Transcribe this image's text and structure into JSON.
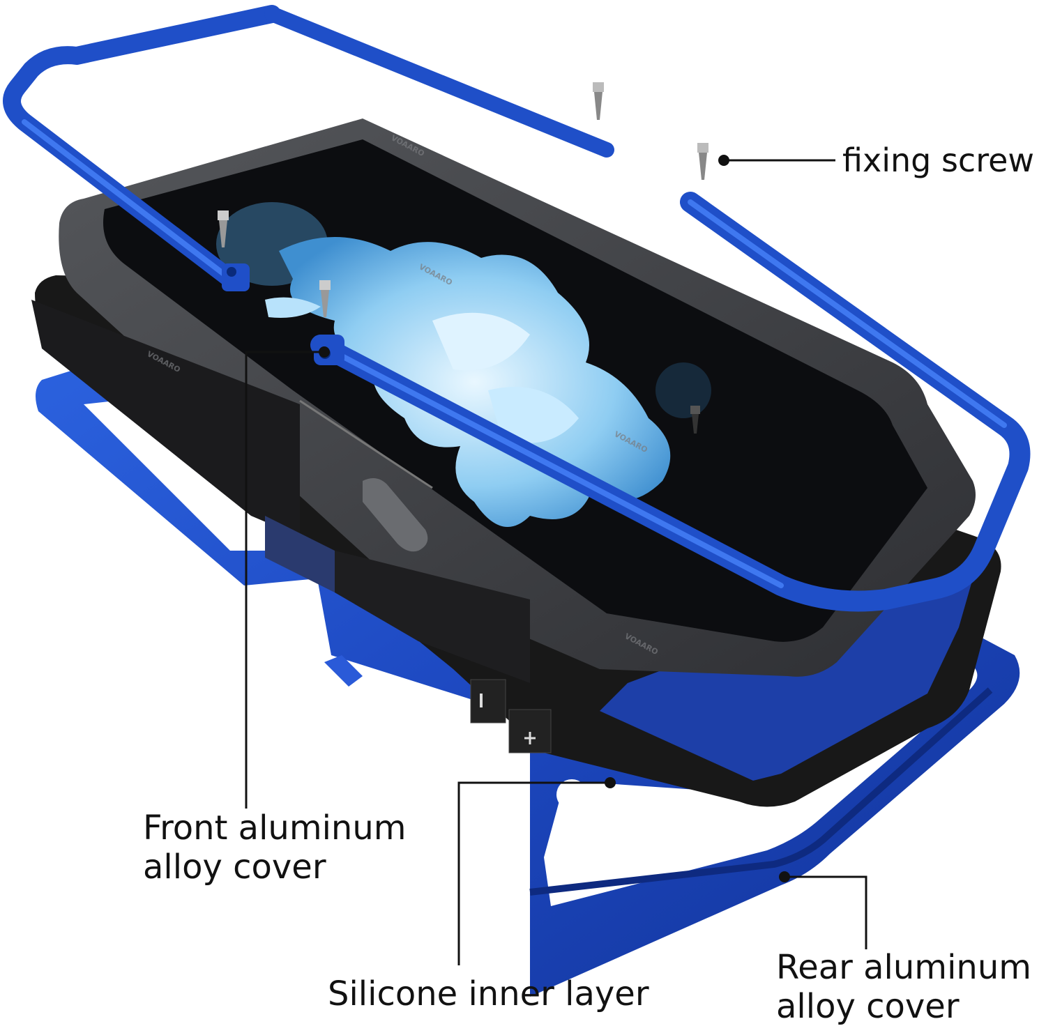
{
  "callouts": {
    "fixing_screw": "fixing screw",
    "front_cover": [
      "Front aluminum",
      "alloy cover"
    ],
    "inner_layer": "Silicone inner layer",
    "rear_cover": [
      "Rear aluminum",
      "alloy cover"
    ]
  },
  "brand_marks": [
    "VOAARO",
    "VOAARO",
    "VOAARO",
    "VOAARO",
    "VOAARO"
  ],
  "colors": {
    "blue_frame": "#1f4fc8",
    "blue_dark": "#12349a",
    "phone_body": "#3a3b3e",
    "screen": "#0c0d10",
    "silicone": "#161616",
    "wallpaper": "#9fd2f2",
    "leader_line": "#111111"
  }
}
